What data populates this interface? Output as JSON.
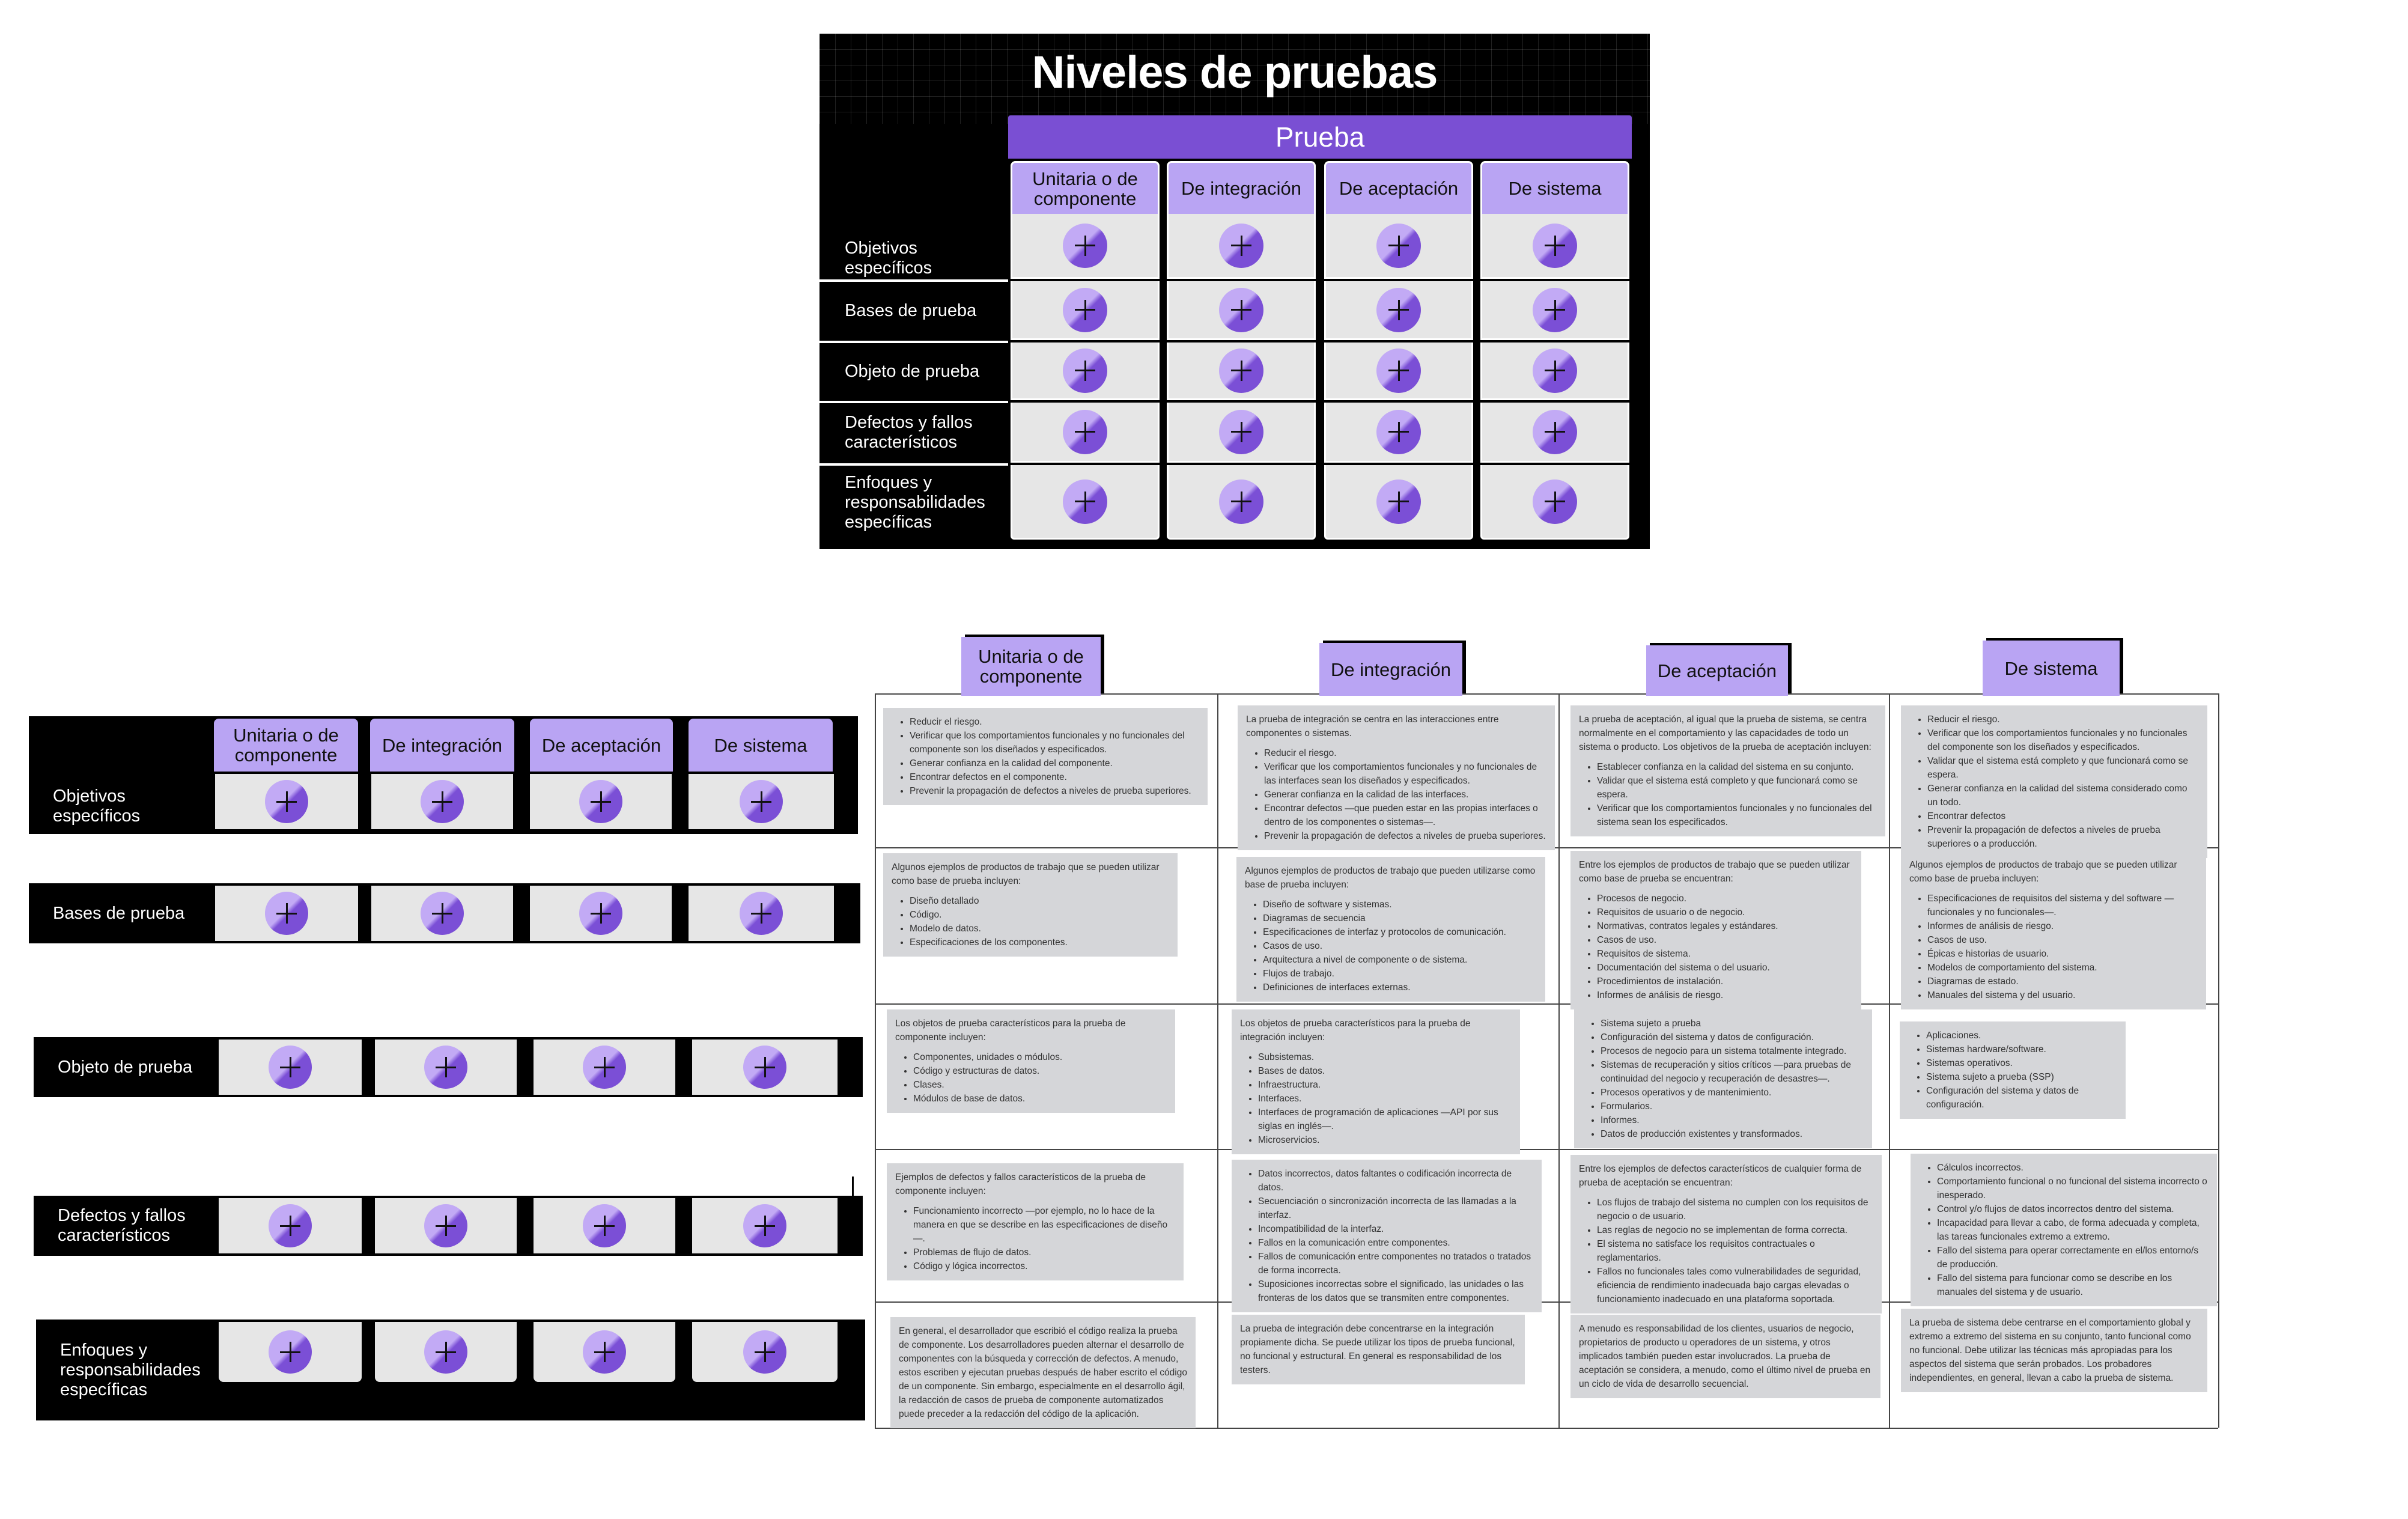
{
  "title": "Niveles de pruebas",
  "header": "Prueba",
  "columns": [
    "Unitaria o de componente",
    "De integración",
    "De aceptación",
    "De sistema"
  ],
  "rows": [
    "Objetivos específicos",
    "Bases de prueba",
    "Objeto de prueba",
    "Defectos y fallos característicos",
    "Enfoques y responsabilidades específicas"
  ],
  "icons": {
    "cell_button": "plus-circle-icon",
    "accent": "#7a4fd3",
    "header_fill": "#b9a4f3"
  },
  "details": {
    "objetivos": {
      "unitaria": {
        "items": [
          "Reducir el riesgo.",
          "Verificar que los comportamientos funcionales y no funcionales del componente son los diseñados y especificados.",
          "Generar confianza en la calidad del componente.",
          "Encontrar defectos en el componente.",
          "Prevenir la propagación de defectos a niveles de prueba superiores."
        ]
      },
      "integracion": {
        "intro": "La prueba de integración se centra en las interacciones entre componentes o sistemas.",
        "items": [
          "Reducir el riesgo.",
          "Verificar que los comportamientos funcionales y no funcionales de las interfaces sean los diseñados y especificados.",
          "Generar confianza en la calidad de las interfaces.",
          "Encontrar defectos —que pueden estar en las propias interfaces o dentro de los componentes o sistemas—.",
          "Prevenir la propagación de defectos a niveles de prueba superiores."
        ]
      },
      "aceptacion": {
        "intro": "La prueba de aceptación, al igual que la prueba de sistema, se centra normalmente en el comportamiento y las capacidades de todo un sistema o producto. Los objetivos de la prueba de aceptación incluyen:",
        "items": [
          "Establecer confianza en la calidad del sistema en su conjunto.",
          "Validar que el sistema está completo y que funcionará como se espera.",
          "Verificar que los comportamientos funcionales y no funcionales del sistema sean los especificados."
        ]
      },
      "sistema": {
        "items": [
          "Reducir el riesgo.",
          "Verificar que los comportamientos funcionales y no funcionales del componente son los diseñados y especificados.",
          "Validar que el sistema está completo y que funcionará como se espera.",
          "Generar confianza en la calidad del sistema considerado como un todo.",
          "Encontrar defectos",
          "Prevenir la propagación de defectos a niveles de prueba superiores o a producción."
        ]
      }
    },
    "bases": {
      "unitaria": {
        "intro": "Algunos ejemplos de productos de trabajo que se pueden utilizar como base de prueba incluyen:",
        "items": [
          "Diseño detallado",
          "Código.",
          "Modelo de datos.",
          "Especificaciones de los componentes."
        ]
      },
      "integracion": {
        "intro": "Algunos ejemplos de productos de trabajo que pueden utilizarse como base de prueba incluyen:",
        "items": [
          "Diseño de software y sistemas.",
          "Diagramas de secuencia",
          "Especificaciones de interfaz y protocolos de comunicación.",
          "Casos de uso.",
          "Arquitectura a nivel de componente o de sistema.",
          "Flujos de trabajo.",
          "Definiciones de interfaces externas."
        ]
      },
      "aceptacion": {
        "intro": "Entre los ejemplos de productos de trabajo que se pueden utilizar como base de prueba se encuentran:",
        "items": [
          "Procesos de negocio.",
          "Requisitos de usuario o de negocio.",
          "Normativas, contratos legales y estándares.",
          "Casos de uso.",
          "Requisitos de sistema.",
          "Documentación del sistema o del usuario.",
          "Procedimientos de instalación.",
          "Informes de análisis de riesgo."
        ]
      },
      "sistema": {
        "intro": "Algunos ejemplos de productos de trabajo que se pueden utilizar como base de prueba incluyen:",
        "items": [
          "Especificaciones de requisitos del sistema y del software —funcionales y no funcionales—.",
          "Informes de análisis de riesgo.",
          "Casos de uso.",
          "Épicas e historias de usuario.",
          "Modelos de comportamiento del sistema.",
          "Diagramas de estado.",
          "Manuales del sistema y del usuario."
        ]
      }
    },
    "objeto": {
      "unitaria": {
        "intro": "Los objetos de prueba característicos para la prueba de componente incluyen:",
        "items": [
          "Componentes, unidades o módulos.",
          "Código y estructuras de datos.",
          "Clases.",
          "Módulos de base de datos."
        ]
      },
      "integracion": {
        "intro": "Los objetos de prueba característicos para la prueba de integración incluyen:",
        "items": [
          "Subsistemas.",
          "Bases de datos.",
          "Infraestructura.",
          "Interfaces.",
          "Interfaces de programación de aplicaciones —API por sus siglas en inglés—.",
          "Microservicios."
        ]
      },
      "aceptacion": {
        "items": [
          "Sistema sujeto a prueba",
          "Configuración del sistema y datos de configuración.",
          "Procesos de negocio para un sistema totalmente integrado.",
          "Sistemas de recuperación y sitios críticos —para pruebas de continuidad del negocio y recuperación de desastres—.",
          "Procesos operativos y de mantenimiento.",
          "Formularios.",
          "Informes.",
          "Datos de producción existentes y transformados."
        ]
      },
      "sistema": {
        "items": [
          "Aplicaciones.",
          "Sistemas hardware/software.",
          "Sistemas operativos.",
          "Sistema sujeto a prueba (SSP)",
          "Configuración del sistema y datos de configuración."
        ]
      }
    },
    "defectos": {
      "unitaria": {
        "intro": "Ejemplos de defectos y fallos característicos de la prueba de componente incluyen:",
        "items": [
          "Funcionamiento incorrecto —por ejemplo, no lo hace de la manera en que se describe en las especificaciones de diseño—.",
          "Problemas de flujo de datos.",
          "Código y lógica incorrectos."
        ]
      },
      "integracion": {
        "items": [
          "Datos incorrectos, datos faltantes o codificación incorrecta de datos.",
          "Secuenciación o sincronización incorrecta de las llamadas a la interfaz.",
          "Incompatibilidad de la interfaz.",
          "Fallos en la comunicación entre componentes.",
          "Fallos de comunicación entre componentes no tratados o tratados de forma incorrecta.",
          "Suposiciones incorrectas sobre el significado, las unidades o las fronteras de los datos que se transmiten entre componentes."
        ]
      },
      "aceptacion": {
        "intro": "Entre los ejemplos de defectos característicos de cualquier forma de prueba de aceptación se encuentran:",
        "items": [
          "Los flujos de trabajo del sistema no cumplen con los requisitos de negocio o de usuario.",
          "Las reglas de negocio no se implementan de forma correcta.",
          "El sistema no satisface los requisitos contractuales o reglamentarios.",
          "Fallos no funcionales tales como vulnerabilidades de seguridad, eficiencia de rendimiento inadecuada bajo cargas elevadas o funcionamiento inadecuado en una plataforma soportada."
        ]
      },
      "sistema": {
        "items": [
          "Cálculos incorrectos.",
          "Comportamiento funcional o no funcional del sistema incorrecto o inesperado.",
          "Control y/o flujos de datos incorrectos dentro del sistema.",
          "Incapacidad para llevar a cabo, de forma adecuada y completa, las tareas funcionales extremo a extremo.",
          "Fallo del sistema para operar correctamente en el/los entorno/s de producción.",
          "Fallo del sistema para funcionar como se describe en los manuales del sistema y de usuario."
        ]
      }
    },
    "enfoques": {
      "unitaria": {
        "intro": "En general, el desarrollador que escribió el código realiza la prueba de componente. Los desarrolladores pueden alternar el desarrollo de componentes con la búsqueda y corrección de defectos. A menudo, estos escriben y ejecutan pruebas después de haber escrito el código de un componente. Sin embargo, especialmente en el desarrollo ágil, la redacción de casos de prueba de componente automatizados puede preceder a la redacción del código de la aplicación."
      },
      "integracion": {
        "intro": "La prueba de integración debe concentrarse en la integración propiamente dicha. Se puede utilizar los tipos de prueba funcional, no funcional y estructural. En general es responsabilidad de los testers."
      },
      "aceptacion": {
        "intro": "A menudo es responsabilidad de los clientes, usuarios de negocio, propietarios de producto u operadores de un sistema, y otros implicados también pueden estar involucrados. La prueba de aceptación se considera, a menudo, como el último nivel de prueba en un ciclo de vida de desarrollo secuencial."
      },
      "sistema": {
        "intro": "La prueba de sistema debe centrarse en el comportamiento global y extremo a extremo del sistema en su conjunto, tanto funcional como no funcional. Debe utilizar las técnicas más apropiadas para los aspectos del sistema que serán probados. Los probadores independientes, en general, llevan a cabo la prueba de sistema."
      }
    }
  }
}
